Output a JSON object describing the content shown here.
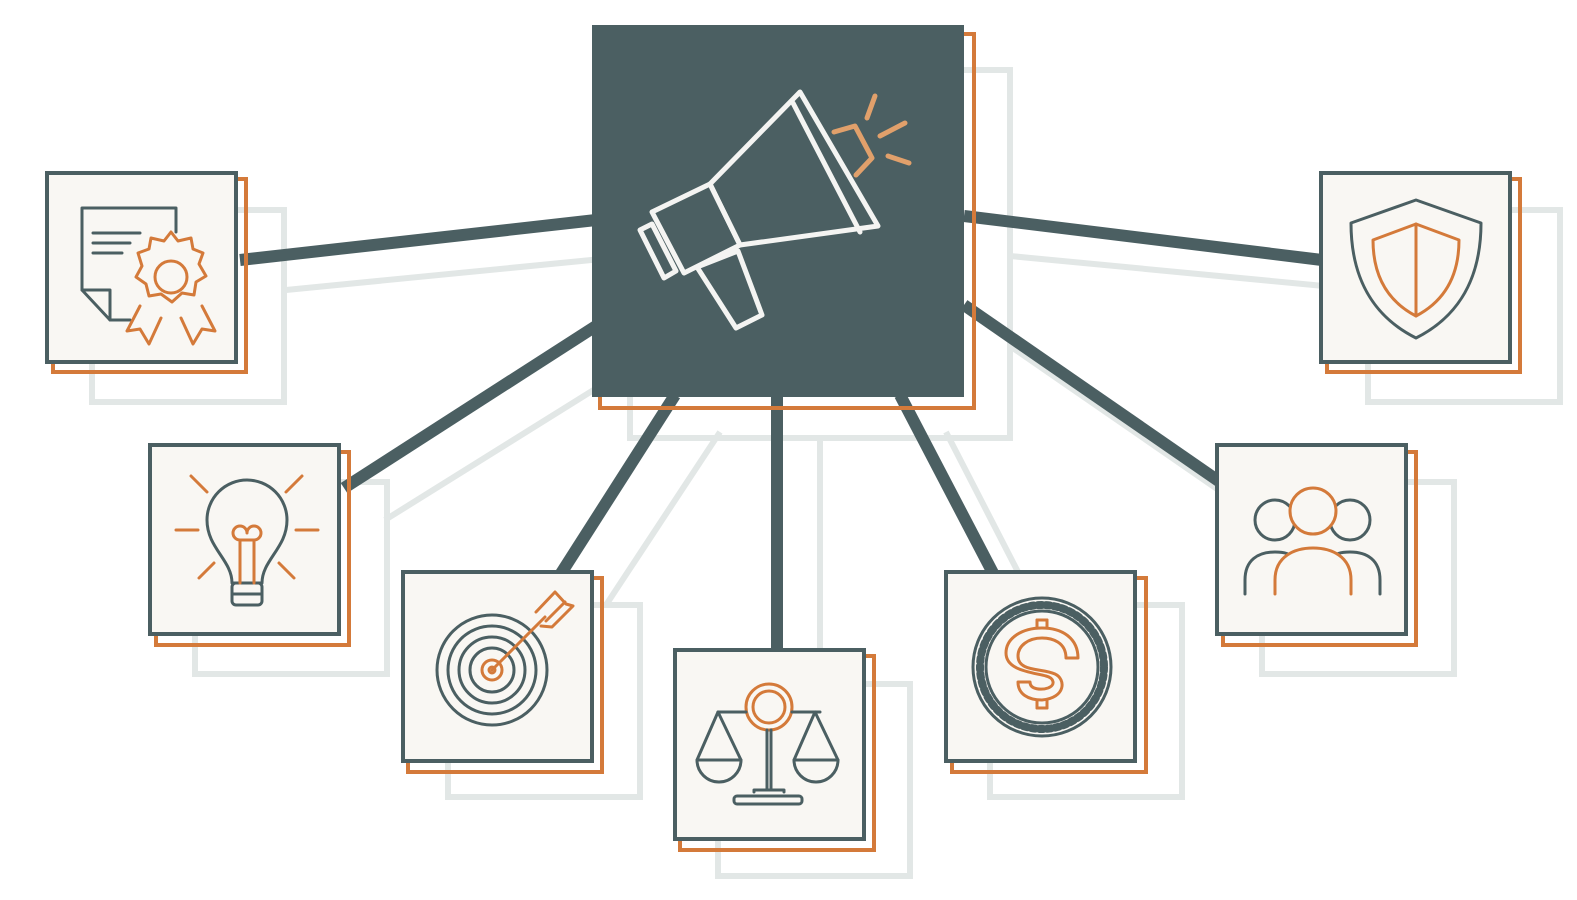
{
  "colors": {
    "slate": "#4b5f62",
    "orange": "#d47a3a",
    "orange_light": "#e1a06b",
    "card_fill": "#f9f7f3",
    "ghost": "#e2e7e6",
    "icon_light": "#f4f4f2",
    "background": "#ffffff"
  },
  "hub": {
    "icon": "megaphone-icon"
  },
  "nodes": [
    {
      "name": "certificate-card",
      "icon": "certificate-icon"
    },
    {
      "name": "lightbulb-card",
      "icon": "lightbulb-icon"
    },
    {
      "name": "target-card",
      "icon": "target-icon"
    },
    {
      "name": "scales-card",
      "icon": "scales-icon"
    },
    {
      "name": "coin-card",
      "icon": "coin-dollar-icon"
    },
    {
      "name": "people-card",
      "icon": "people-group-icon"
    },
    {
      "name": "shield-card",
      "icon": "shield-icon"
    }
  ]
}
